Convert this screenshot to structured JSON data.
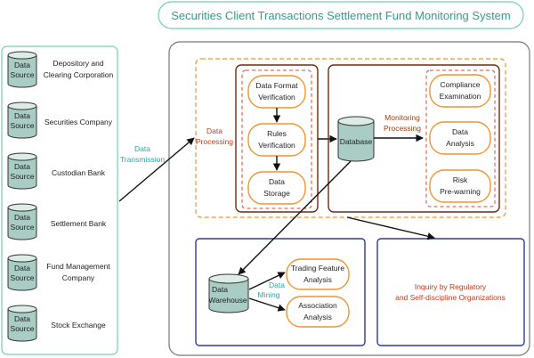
{
  "title": "Securities Client Transactions Settlement Fund Monitoring System",
  "data_source_label": [
    "Data",
    "Source"
  ],
  "sources": [
    {
      "name": [
        "Depository and",
        "Clearing Corporation"
      ]
    },
    {
      "name": [
        "Securities Company"
      ]
    },
    {
      "name": [
        "Custodian Bank"
      ]
    },
    {
      "name": [
        "Settlement Bank"
      ]
    },
    {
      "name": [
        "Fund Management",
        "Company"
      ]
    },
    {
      "name": [
        "Stock Exchange"
      ]
    }
  ],
  "data_transmission": [
    "Data",
    "Transmission"
  ],
  "data_processing": [
    "Data",
    "Processing"
  ],
  "processing_steps": [
    [
      "Data Format",
      "Verification"
    ],
    [
      "Rules",
      "Verification"
    ],
    [
      "Data",
      "Storage"
    ]
  ],
  "database": "Database",
  "monitoring_processing": [
    "Monitoring",
    "Processing"
  ],
  "monitoring_items": [
    [
      "Compliance",
      "Examination"
    ],
    [
      "Data",
      "Analysis"
    ],
    [
      "Risk",
      "Pre-warning"
    ]
  ],
  "data_warehouse": [
    "Data",
    "Warehouse"
  ],
  "data_mining": [
    "Data",
    "Mining"
  ],
  "mining_items": [
    [
      "Trading Feature",
      "Analysis"
    ],
    [
      "Association",
      "Analysis"
    ]
  ],
  "inquiry": [
    "Inquiry by Regulatory",
    "and Self-discipline Organizations"
  ],
  "colors": {
    "teal": "#2aa7a1",
    "orange": "#f0932b",
    "brown": "#6b2a12",
    "red_dash": "#d94a2a",
    "blue": "#2b3a9a",
    "gray": "#777777",
    "cylinder": "#a9ccc4"
  }
}
